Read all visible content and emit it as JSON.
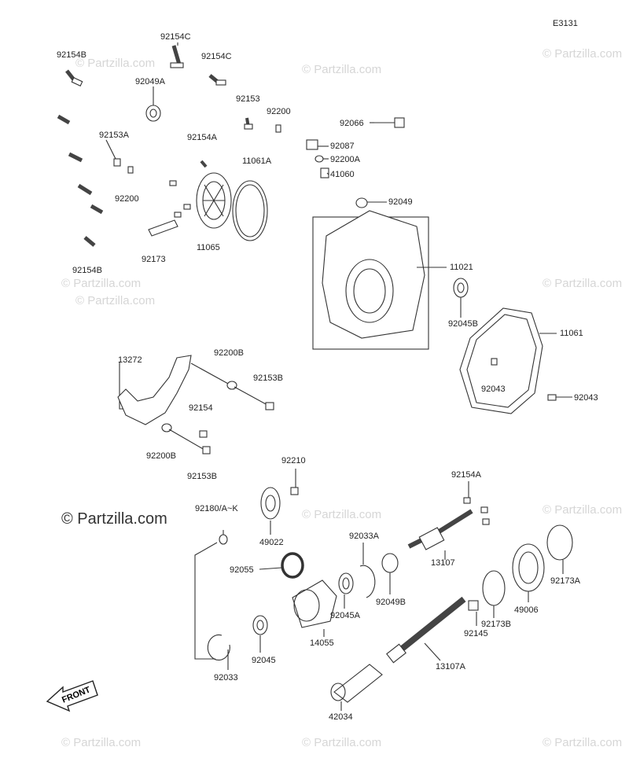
{
  "diagram_code": "E3131",
  "watermark_main": "© Partzilla.com",
  "watermark_faint": "© Partzilla.com",
  "front_label": "FRONT",
  "colors": {
    "line": "#333333",
    "watermark": "#d6d6d6"
  },
  "labels": {
    "p92154C_a": "92154C",
    "p92154B_a": "92154B",
    "p92154C_b": "92154C",
    "p92049A": "92049A",
    "p92153": "92153",
    "p92200_a": "92200",
    "p92066": "92066",
    "p92153A": "92153A",
    "p92154A_a": "92154A",
    "p11061A": "11061A",
    "p92087": "92087",
    "p92200A": "92200A",
    "p41060": "41060",
    "p92200_b": "92200",
    "p92049": "92049",
    "p92173": "92173",
    "p11065": "11065",
    "p11021": "11021",
    "p92154B_b": "92154B",
    "p92045B": "92045B",
    "p11061": "11061",
    "p13272": "13272",
    "p92200B_a": "92200B",
    "p92153B_a": "92153B",
    "p92043_a": "92043",
    "p92043_b": "92043",
    "p92154": "92154",
    "p92200B_b": "92200B",
    "p92153B_b": "92153B",
    "p92210": "92210",
    "p92154A_b": "92154A",
    "p92180": "92180/A~K",
    "p49022": "49022",
    "p92033A": "92033A",
    "p13107": "13107",
    "p92055": "92055",
    "p92049B": "92049B",
    "p92173A": "92173A",
    "p92045A": "92045A",
    "p49006": "49006",
    "p14055": "14055",
    "p92173B": "92173B",
    "p92045": "92045",
    "p92145": "92145",
    "p13107A": "13107A",
    "p92033": "92033",
    "p42034": "42034"
  }
}
